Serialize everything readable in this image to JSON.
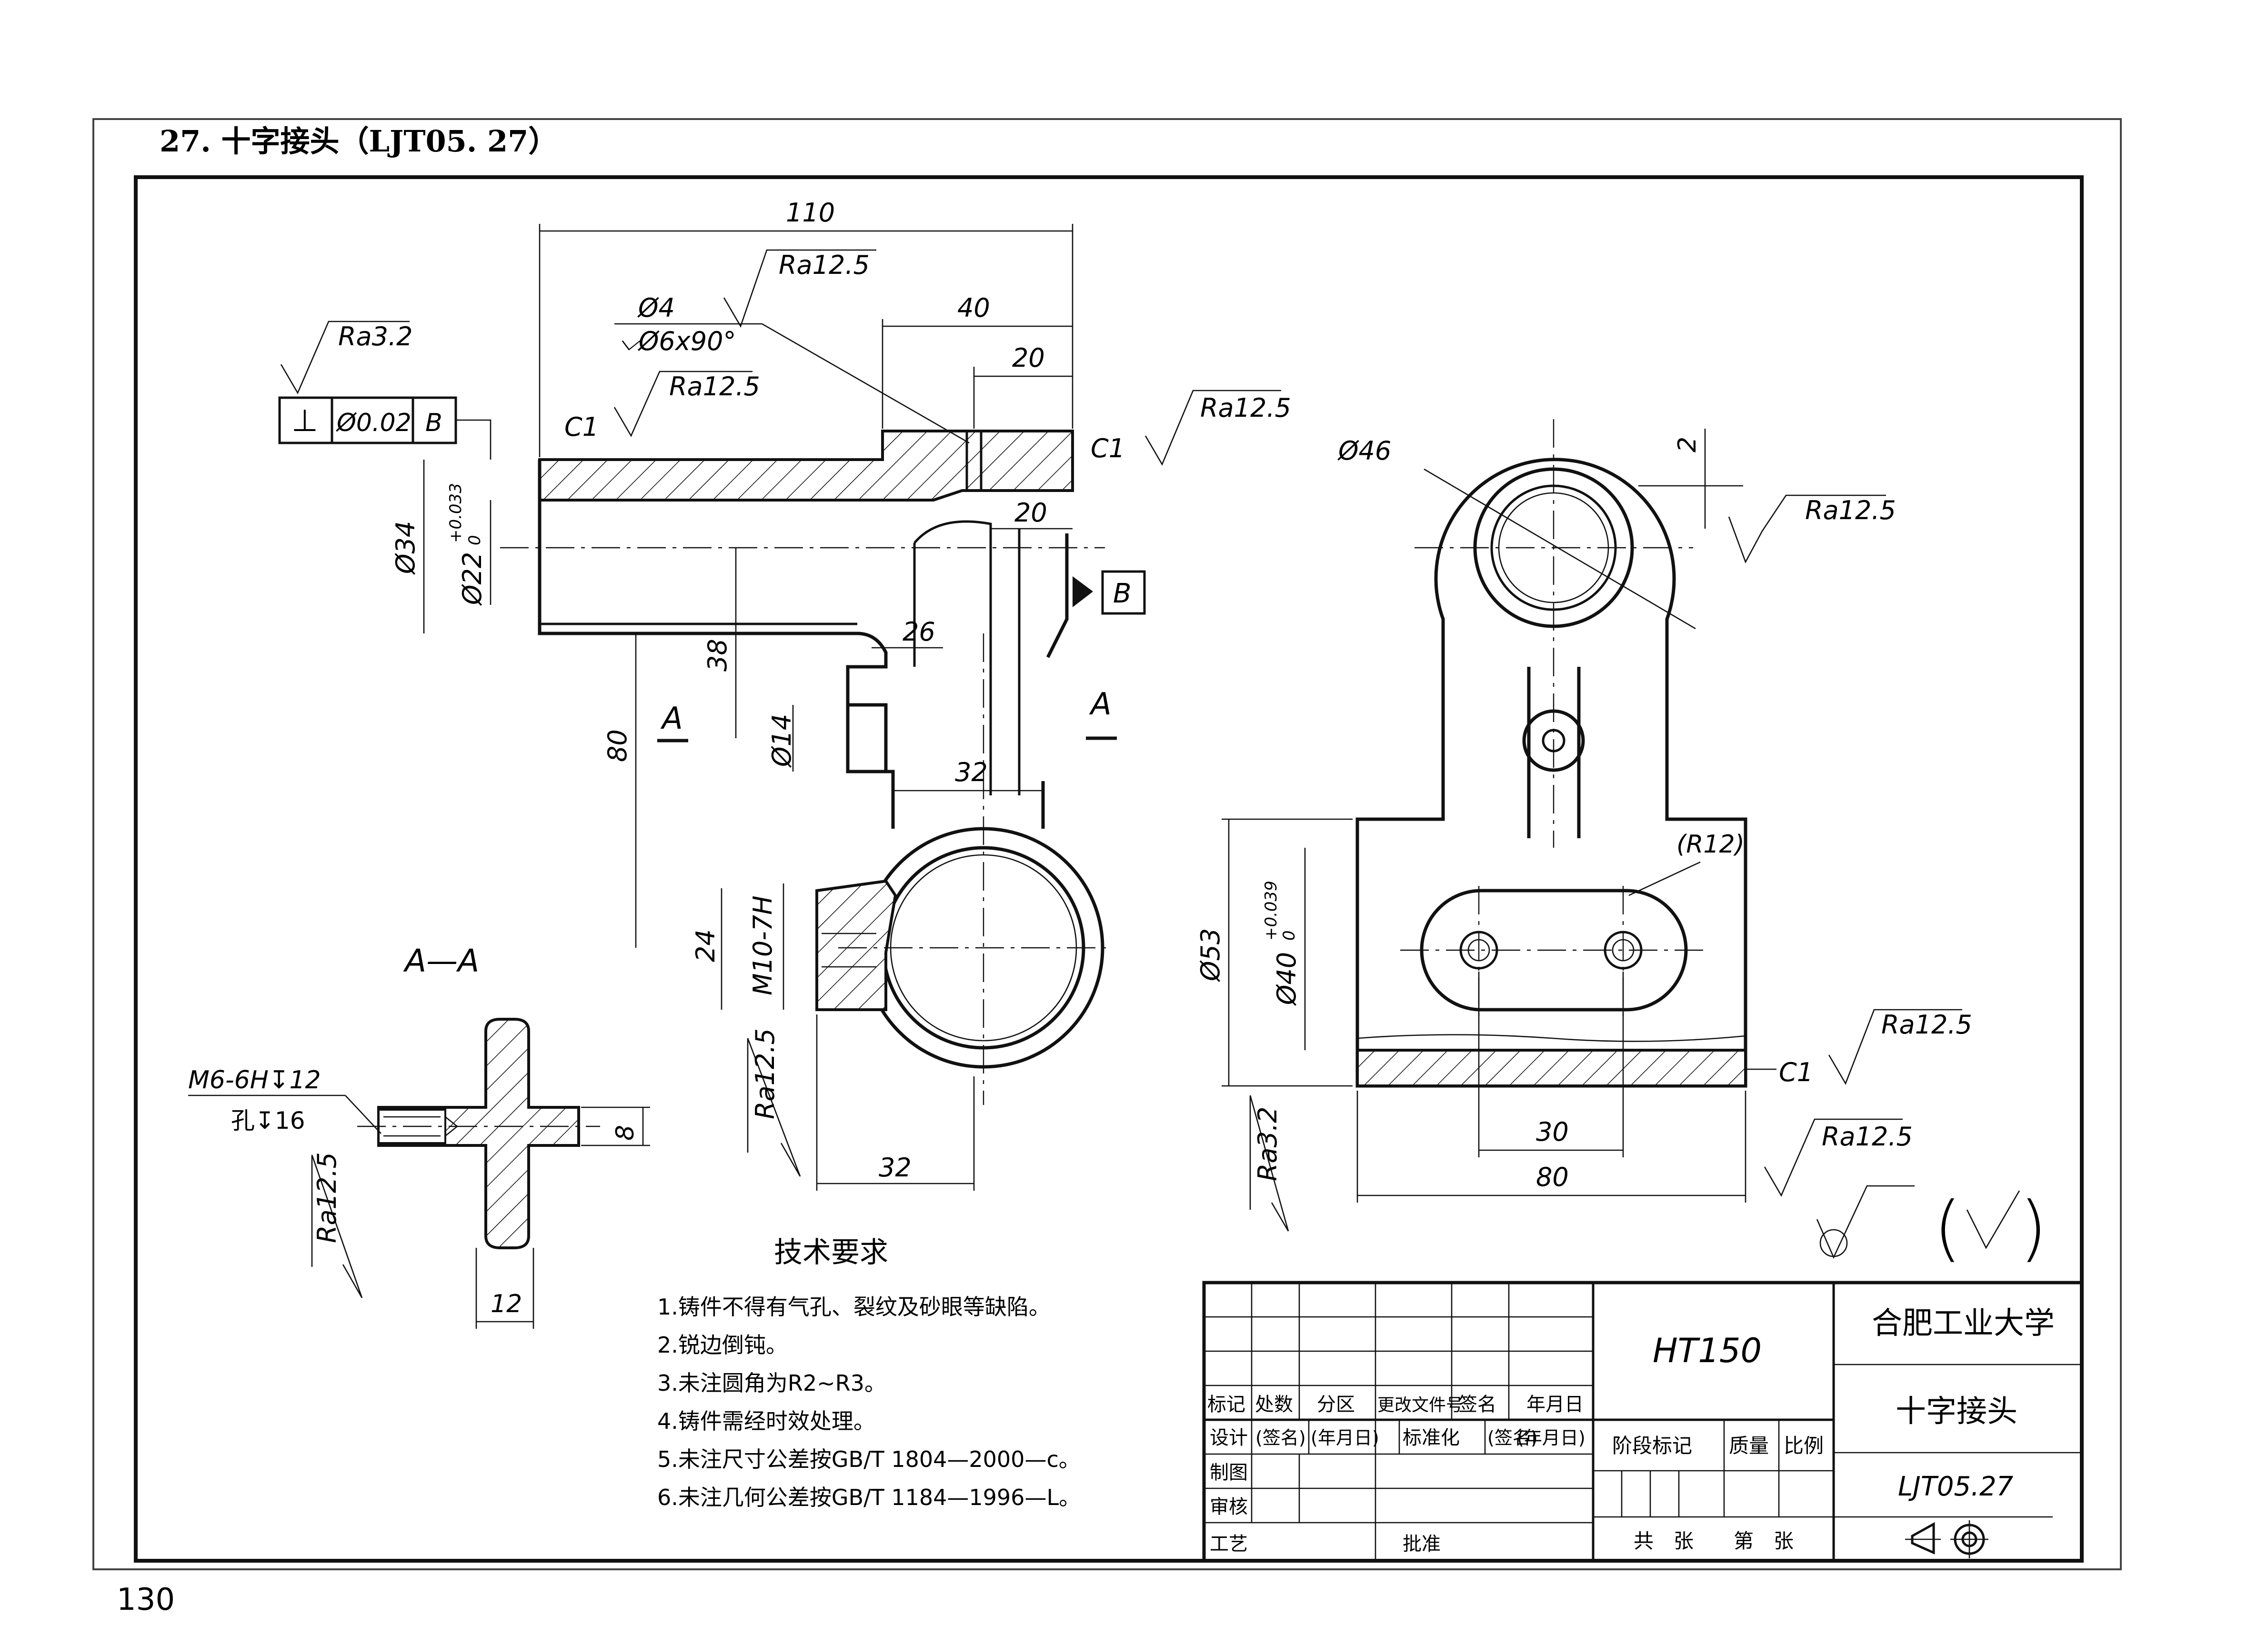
{
  "header": {
    "title": "27. 十字接头（LJT05. 27）",
    "page_number": "130"
  },
  "front_view": {
    "dims": {
      "d110": "110",
      "d40": "40",
      "d20_top": "20",
      "d20_mid": "20",
      "d26": "26",
      "d38": "38",
      "d80": "80",
      "d32_mid": "32",
      "d32_bottom": "32",
      "d24": "24",
      "thread_m10": "M10-7H",
      "phi34": "Ø34",
      "phi22": "Ø22",
      "phi22_tol_upper": "+0.033",
      "phi22_tol_lower": "0",
      "phi14": "Ø14",
      "hole_phi4": "Ø4",
      "hole_csk": "⌵Ø6x90°",
      "c1_left": "C1",
      "c1_right": "C1"
    },
    "roughness": {
      "ra32_tol": "Ra3.2",
      "ra125_top": "Ra12.5",
      "ra125_left": "Ra12.5",
      "ra125_right": "Ra12.5",
      "ra125_bottom": "Ra12.5"
    },
    "tolerance_frame": {
      "symbol": "⊥",
      "value": "Ø0.02",
      "datum": "B"
    },
    "datum_b": "B",
    "section_mark_left": "A",
    "section_mark_right": "A"
  },
  "side_view": {
    "dims": {
      "phi46": "Ø46",
      "d2": "2",
      "r12": "(R12)",
      "phi53": "Ø53",
      "phi40": "Ø40",
      "phi40_tol_upper": "+0.039",
      "phi40_tol_lower": "0",
      "d30": "30",
      "d80": "80",
      "c1": "C1"
    },
    "roughness": {
      "ra125_top": "Ra12.5",
      "ra125_mid": "Ra12.5",
      "ra125_low": "Ra12.5",
      "ra32_left": "Ra3.2"
    }
  },
  "section_view": {
    "label": "A—A",
    "thread_note": "M6-6H↧12",
    "hole_note": "孔↧16",
    "d8": "8",
    "d12": "12",
    "ra125": "Ra12.5"
  },
  "general_roughness": {
    "paren_left": "(",
    "paren_right": ")"
  },
  "tech_requirements": {
    "heading": "技术要求",
    "items": [
      "1.铸件不得有气孔、裂纹及砂眼等缺陷。",
      "2.锐边倒钝。",
      "3.未注圆角为R2~R3。",
      "4.铸件需经时效处理。",
      "5.未注尺寸公差按GB/T 1804—2000—c。",
      "6.未注几何公差按GB/T 1184—1996—L。"
    ]
  },
  "title_block": {
    "material": "HT150",
    "university": "合肥工业大学",
    "part_name": "十字接头",
    "drawing_no": "LJT05.27",
    "header_row": [
      "标记",
      "处数",
      "分区",
      "更改文件号",
      "签名",
      "年月日"
    ],
    "design_row": [
      "设计",
      "(签名)",
      "(年月日)",
      "标准化",
      "(签名)",
      "(年月日)"
    ],
    "drawn": "制图",
    "checked": "审核",
    "process": "工艺",
    "approved": "批准",
    "stage_mark": "阶段标记",
    "mass": "质量",
    "scale": "比例",
    "sheets_total": "共　张",
    "sheet_no": "第　张"
  }
}
